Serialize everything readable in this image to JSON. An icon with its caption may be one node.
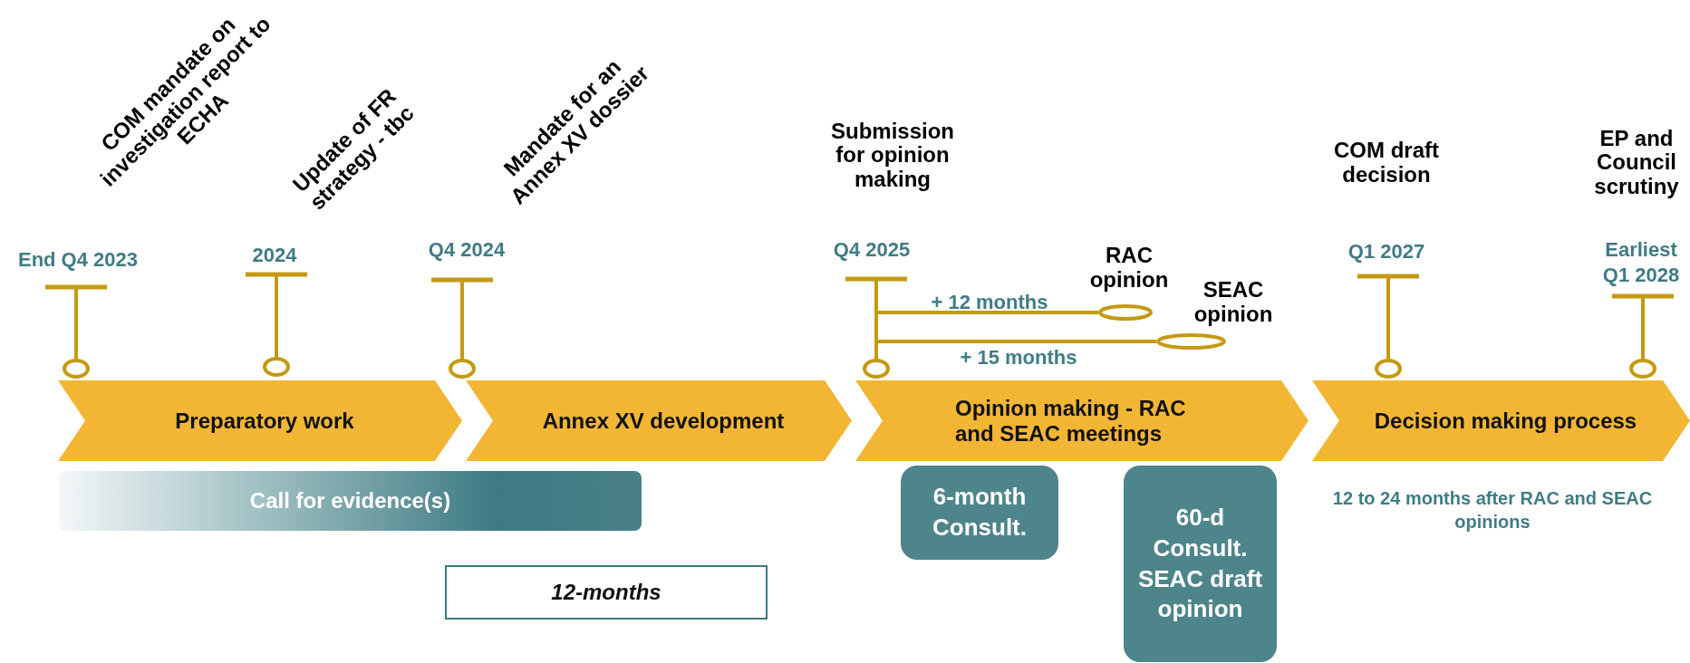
{
  "diagram": {
    "nodes": [
      {
        "text": [],
        "shape": "pin",
        "beside": [
          "COM mandate on investigation report to ECHA",
          "End Q4 2023"
        ]
      },
      {
        "text": [],
        "shape": "pin",
        "beside": [
          "Update of FR strategy - tbc",
          "2024"
        ]
      },
      {
        "text": [],
        "shape": "pin",
        "beside": [
          "Mandate for an Annex XV dossier",
          "Q4 2024"
        ]
      },
      {
        "text": [],
        "shape": "pin",
        "beside": [
          "Submission for opinion making",
          "Q4 2025"
        ]
      },
      {
        "text": [],
        "shape": "pin",
        "beside": [
          "COM draft decision",
          "Q1 2027"
        ]
      },
      {
        "text": [],
        "shape": "pin",
        "beside": [
          "EP and Council scrutiny",
          "Earliest Q1 2028"
        ]
      },
      {
        "text": [],
        "shape": "ellipse",
        "beside": [
          "RAC opinion"
        ]
      },
      {
        "text": [],
        "shape": "ellipse",
        "beside": [
          "SEAC opinion"
        ]
      },
      {
        "text": [
          "Preparatory work"
        ]
      },
      {
        "text": [
          "Annex XV development"
        ]
      },
      {
        "text": [
          "Opinion making - RAC and SEAC meetings"
        ]
      },
      {
        "text": [
          "Decision making process"
        ]
      },
      {
        "text": [
          "Call for evidence(s)"
        ]
      },
      {
        "text": [
          "12-months"
        ]
      },
      {
        "text": [
          "6-month Consult."
        ]
      },
      {
        "text": [
          "60-d Consult. SEAC draft opinion"
        ]
      }
    ],
    "edges": [
      {
        "from": 3,
        "to": 6,
        "arrow": "none",
        "label": "+ 12 months"
      },
      {
        "from": 3,
        "to": 7,
        "arrow": "none",
        "label": "+ 15 months"
      }
    ],
    "labels": [
      "12 to 24 months after RAC and SEAC opinions"
    ]
  }
}
